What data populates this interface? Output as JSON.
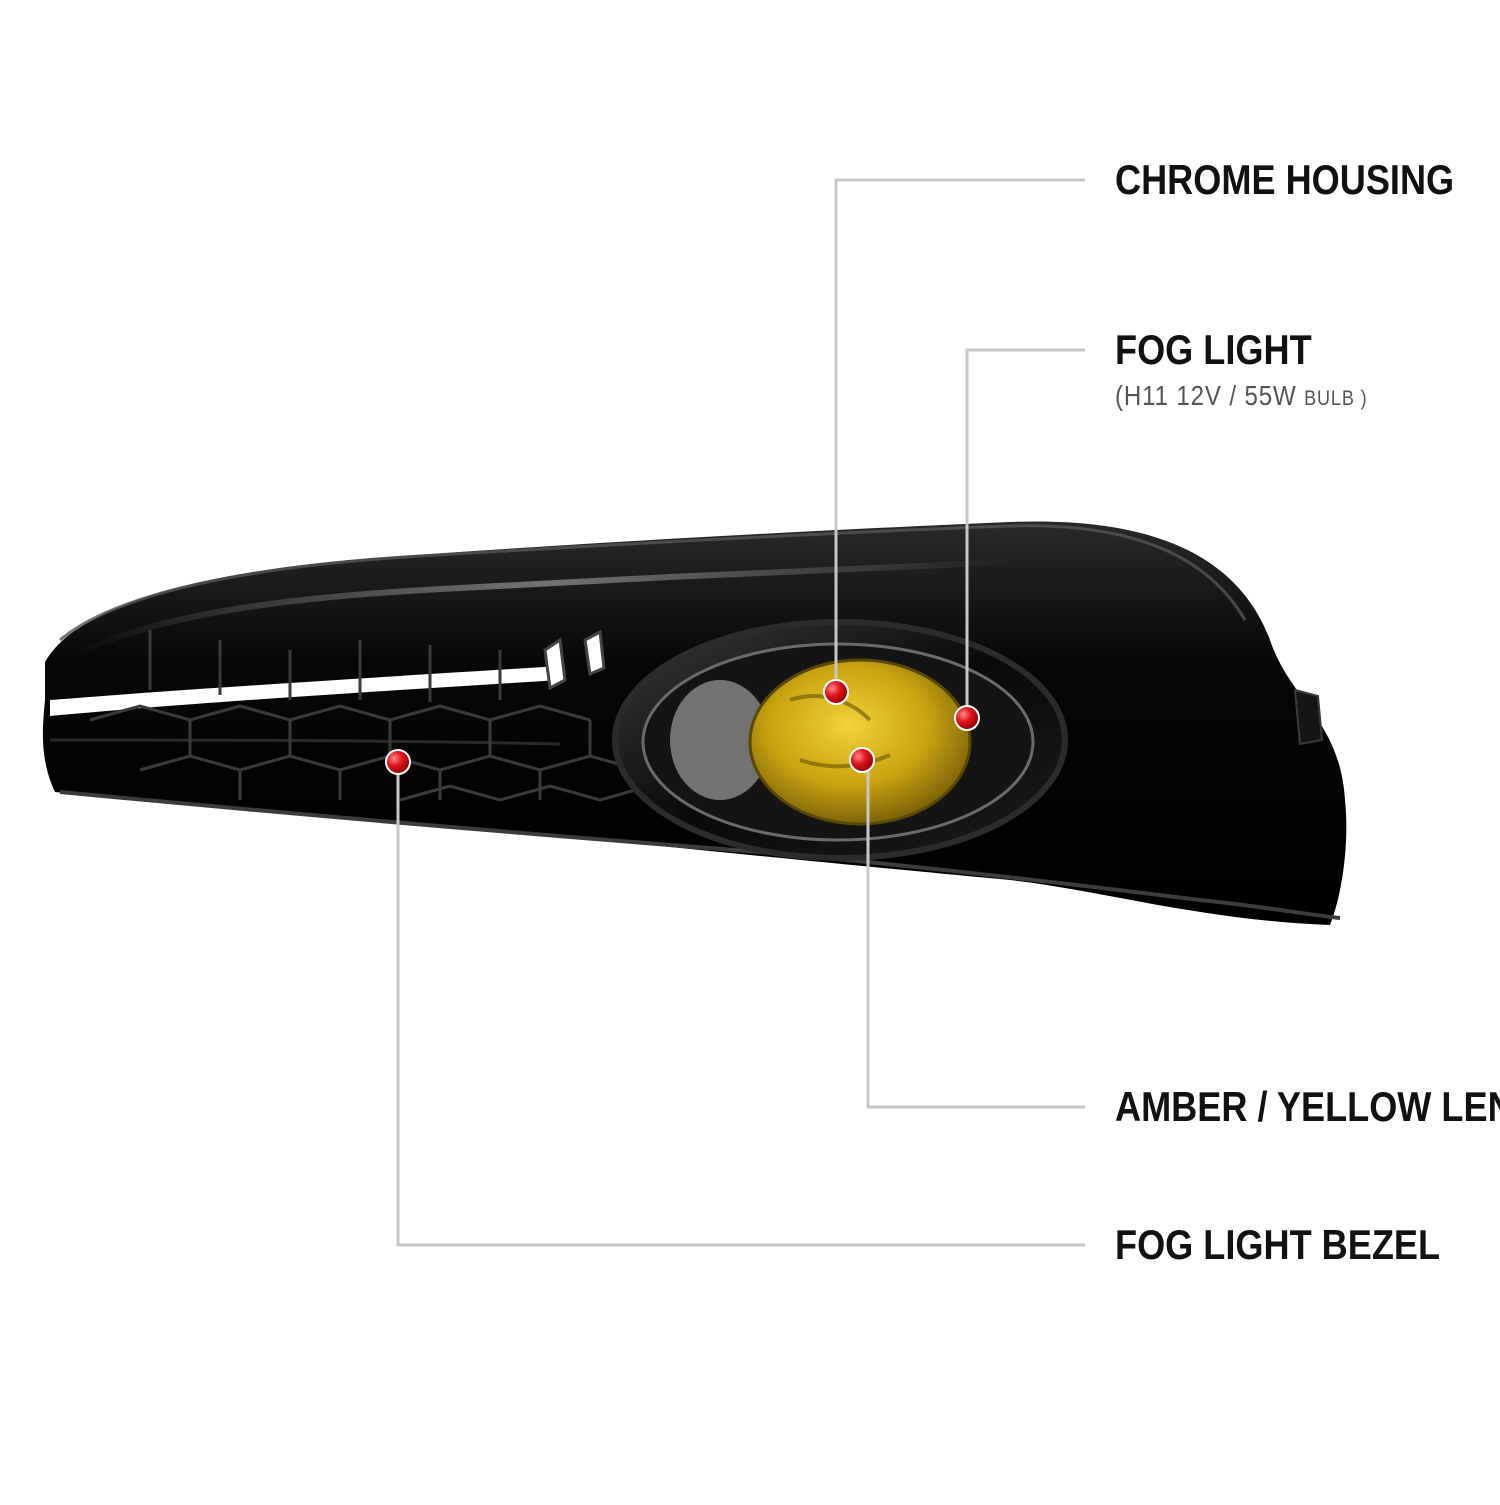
{
  "colors": {
    "background": "#ffffff",
    "bezel": "#0b0b0b",
    "lens": "#c9a410",
    "callout_dot": "#e0141c",
    "callout_line": "#c8c8c8",
    "label_text": "#111111"
  },
  "callouts": [
    {
      "id": "chrome-housing",
      "label": "CHROME HOUSING"
    },
    {
      "id": "fog-light",
      "label": "FOG LIGHT",
      "sub_prefix": "(H11  12V / 55W",
      "sub_small": "BULB )"
    },
    {
      "id": "amber-lens",
      "label": "AMBER / YELLOW  LENS"
    },
    {
      "id": "fog-light-bezel",
      "label": "FOG LIGHT BEZEL"
    }
  ]
}
